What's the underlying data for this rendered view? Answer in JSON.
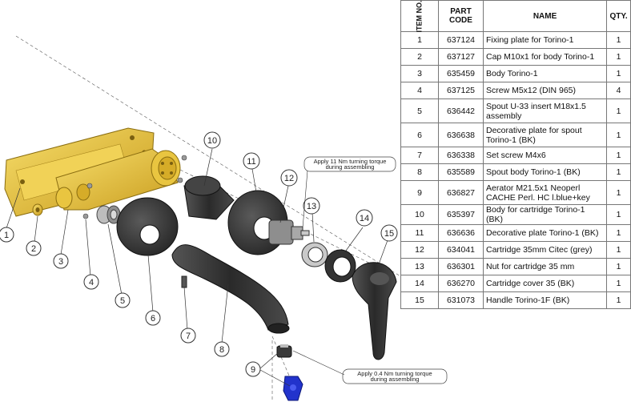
{
  "table": {
    "headers": {
      "item_no": "ITEM NO.",
      "part_code": "PART CODE",
      "name": "NAME",
      "qty": "QTY."
    },
    "rows": [
      {
        "item": "1",
        "code": "637124",
        "name": "Fixing plate for Torino-1",
        "qty": "1"
      },
      {
        "item": "2",
        "code": "637127",
        "name": "Cap M10x1 for body Torino-1",
        "qty": "1"
      },
      {
        "item": "3",
        "code": "635459",
        "name": "Body Torino-1",
        "qty": "1"
      },
      {
        "item": "4",
        "code": "637125",
        "name": "Screw M5x12 (DIN 965)",
        "qty": "4"
      },
      {
        "item": "5",
        "code": "636442",
        "name": "Spout U-33 insert M18x1.5 assembly",
        "qty": "1"
      },
      {
        "item": "6",
        "code": "636638",
        "name": "Decorative plate for spout Torino-1 (BK)",
        "qty": "1"
      },
      {
        "item": "7",
        "code": "636338",
        "name": "Set screw M4x6",
        "qty": "1"
      },
      {
        "item": "8",
        "code": "635589",
        "name": "Spout body Torino-1 (BK)",
        "qty": "1"
      },
      {
        "item": "9",
        "code": "636827",
        "name": "Aerator M21.5x1 Neoperl CACHE Perl. HC l.blue+key",
        "qty": "1"
      },
      {
        "item": "10",
        "code": "635397",
        "name": "Body for cartridge Torino-1 (BK)",
        "qty": "1"
      },
      {
        "item": "11",
        "code": "636636",
        "name": "Decorative plate Torino-1 (BK)",
        "qty": "1"
      },
      {
        "item": "12",
        "code": "634041",
        "name": "Cartridge 35mm Citec (grey)",
        "qty": "1"
      },
      {
        "item": "13",
        "code": "636301",
        "name": "Nut for cartridge 35 mm",
        "qty": "1"
      },
      {
        "item": "14",
        "code": "636270",
        "name": "Cartridge cover 35 (BK)",
        "qty": "1"
      },
      {
        "item": "15",
        "code": "631073",
        "name": "Handle Torino-1F (BK)",
        "qty": "1"
      }
    ]
  },
  "drawing": {
    "callouts": [
      "1",
      "2",
      "3",
      "4",
      "5",
      "6",
      "7",
      "8",
      "9",
      "10",
      "11",
      "12",
      "13",
      "14",
      "15"
    ],
    "notes": {
      "cartridge_line1": "Apply 11 Nm turning torque",
      "cartridge_line2": "during assembling",
      "aerator_line1": "Apply 0.4 Nm turning torque",
      "aerator_line2": "during assembling"
    }
  },
  "colors": {
    "brass": "#e8c23a",
    "black_part": "#3a3a3a",
    "aerator": "#2233cc",
    "grid_line": "#777777"
  }
}
